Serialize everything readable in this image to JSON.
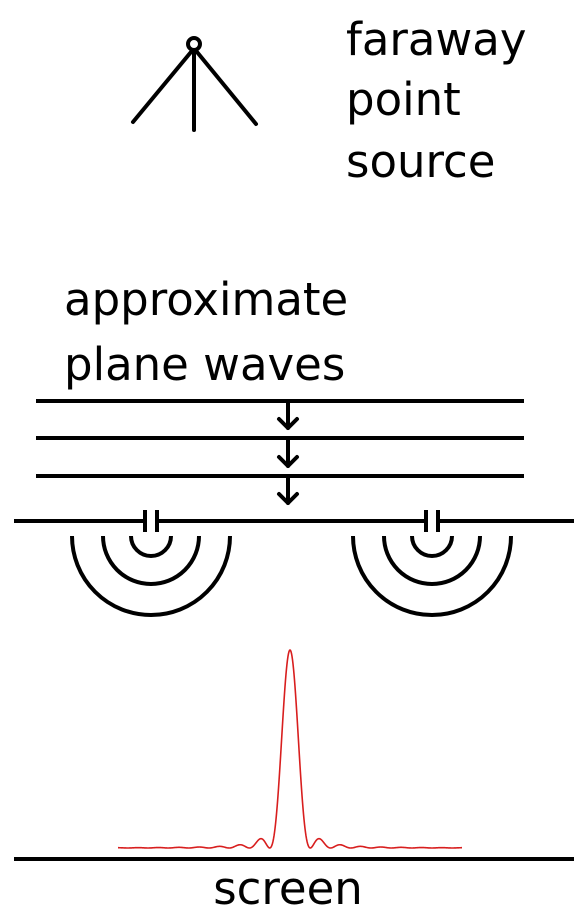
{
  "labels": {
    "source_line1": "faraway",
    "source_line2": "point",
    "source_line3": "source",
    "waves_line1": "approximate",
    "waves_line2": "plane waves",
    "screen": "screen"
  },
  "icons": {
    "source": "point-source-icon",
    "arrow": "arrow-down-icon"
  },
  "colors": {
    "ink": "#000000",
    "pattern": "#d81e1e",
    "background": "#ffffff"
  },
  "plane_wave_count": 3,
  "slit_count": 2,
  "ripples_per_slit": 3
}
